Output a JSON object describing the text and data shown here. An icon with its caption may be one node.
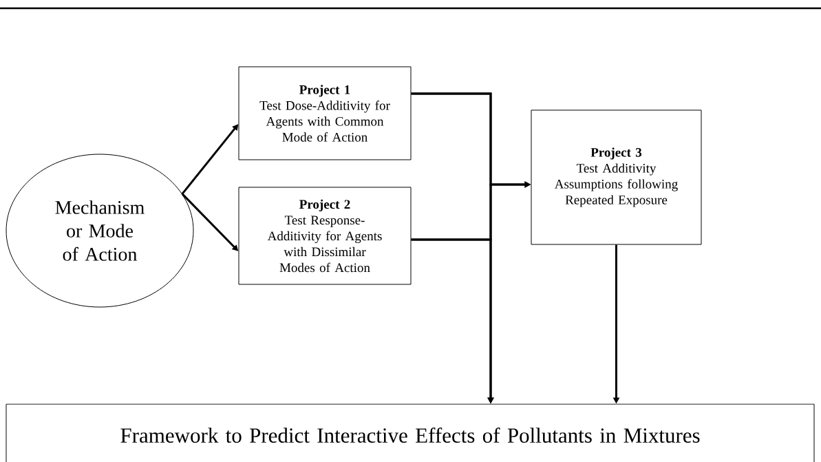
{
  "diagram": {
    "nodes": [
      {
        "text": [
          "Mechanism or Mode of Action"
        ]
      },
      {
        "text": [
          "Project 1",
          "Test Dose-Additivity for Agents with Common Mode of Action"
        ]
      },
      {
        "text": [
          "Project 2",
          "Test Response-Additivity for Agents with Dissimilar Modes of Action"
        ]
      },
      {
        "text": [
          "Project 3",
          "Test Additivity Assumptions following Repeated Exposure"
        ]
      },
      {
        "text": [
          "Framework to Predict Interactive Effects of Pollutants in Mixtures"
        ]
      }
    ],
    "edges": [
      {
        "from": 0,
        "to": 1,
        "arrow": "to"
      },
      {
        "from": 0,
        "to": 2,
        "arrow": "to"
      },
      {
        "from": 1,
        "to": 3,
        "arrow": "to"
      },
      {
        "from": 2,
        "to": 3,
        "arrow": "to"
      },
      {
        "from": 1,
        "to": 4,
        "arrow": "to"
      },
      {
        "from": 2,
        "to": 4,
        "arrow": "to"
      },
      {
        "from": 3,
        "to": 4,
        "arrow": "to"
      }
    ]
  }
}
